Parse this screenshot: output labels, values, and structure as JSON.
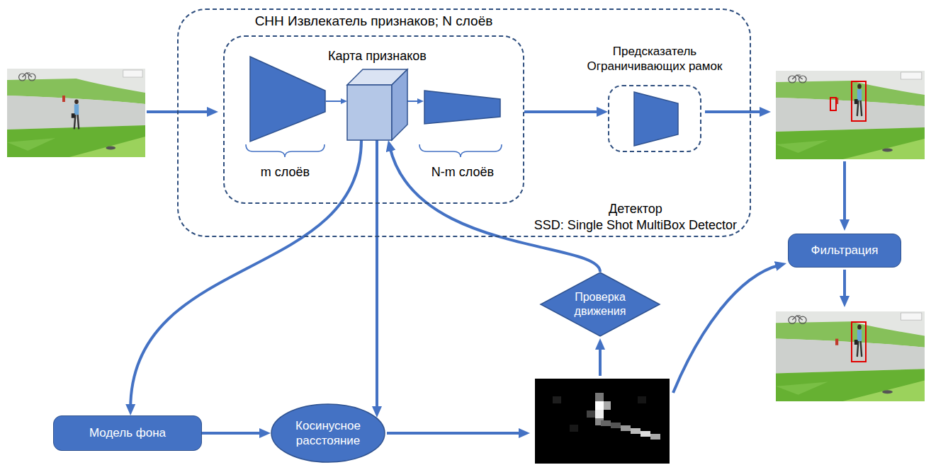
{
  "diagram": {
    "nodes": [
      {
        "text": [
          "Детектор",
          "SSD: Single Shot MultiBox Detector"
        ]
      },
      {
        "text": [
          "СНН Извлекатель признаков; N слоёв"
        ],
        "in": 0
      },
      {
        "text": [
          "m слоёв"
        ],
        "in": 1
      },
      {
        "text": [
          "Карта признаков"
        ],
        "in": 1
      },
      {
        "text": [
          "N-m слоёв"
        ],
        "in": 1
      },
      {
        "text": [
          "Предсказатель Ограничивающих рамок"
        ],
        "in": 0
      },
      {
        "text": [
          "Модель фона"
        ]
      },
      {
        "text": [
          "Косинусное расстояние"
        ]
      },
      {
        "text": [
          "Проверка движения"
        ]
      },
      {
        "text": [
          "Фильтрация"
        ]
      }
    ],
    "edges": [
      {
        "from": 2,
        "to": 3,
        "arrow": "to"
      },
      {
        "from": 3,
        "to": 4,
        "arrow": "to"
      },
      {
        "from": 1,
        "to": 5,
        "arrow": "to"
      },
      {
        "from": 3,
        "to": 6,
        "arrow": "to"
      },
      {
        "from": 3,
        "to": 7,
        "arrow": "to"
      },
      {
        "from": 6,
        "to": 7,
        "arrow": "to"
      },
      {
        "from": 8,
        "to": 3,
        "arrow": "to"
      }
    ]
  }
}
